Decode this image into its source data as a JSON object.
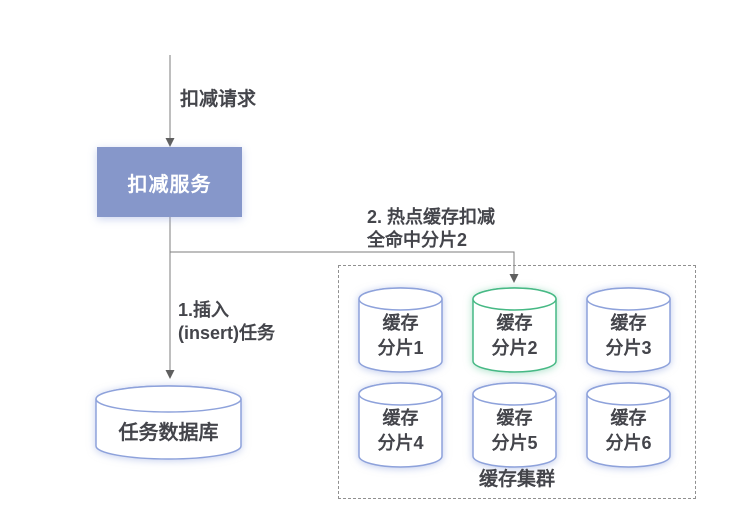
{
  "colors": {
    "service_box_bg": "#8697CA",
    "service_box_text": "#FFFFFF",
    "cyl_blue": "#8EA2DB",
    "cyl_green": "#47B985",
    "line": "#7E7E7E",
    "arrow": "#5F5F5F",
    "text": "#44454B",
    "dashed_border": "#909090"
  },
  "labels": {
    "request": "扣减请求",
    "service": "扣减服务",
    "insert_line1": "1.插入",
    "insert_line2": "(insert)任务",
    "hot_cache_line1": "2. 热点缓存扣减",
    "hot_cache_line2": "全命中分片2",
    "task_db": "任务数据库",
    "cluster_title": "缓存集群"
  },
  "cluster": {
    "shards": [
      {
        "line1": "缓存",
        "line2": "分片1",
        "highlighted": false,
        "css": "shard cyl-blue"
      },
      {
        "line1": "缓存",
        "line2": "分片2",
        "highlighted": true,
        "css": "shard cyl-green"
      },
      {
        "line1": "缓存",
        "line2": "分片3",
        "highlighted": false,
        "css": "shard cyl-blue"
      },
      {
        "line1": "缓存",
        "line2": "分片4",
        "highlighted": false,
        "css": "shard cyl-blue"
      },
      {
        "line1": "缓存",
        "line2": "分片5",
        "highlighted": false,
        "css": "shard cyl-blue"
      },
      {
        "line1": "缓存",
        "line2": "分片6",
        "highlighted": false,
        "css": "shard cyl-blue"
      }
    ]
  }
}
